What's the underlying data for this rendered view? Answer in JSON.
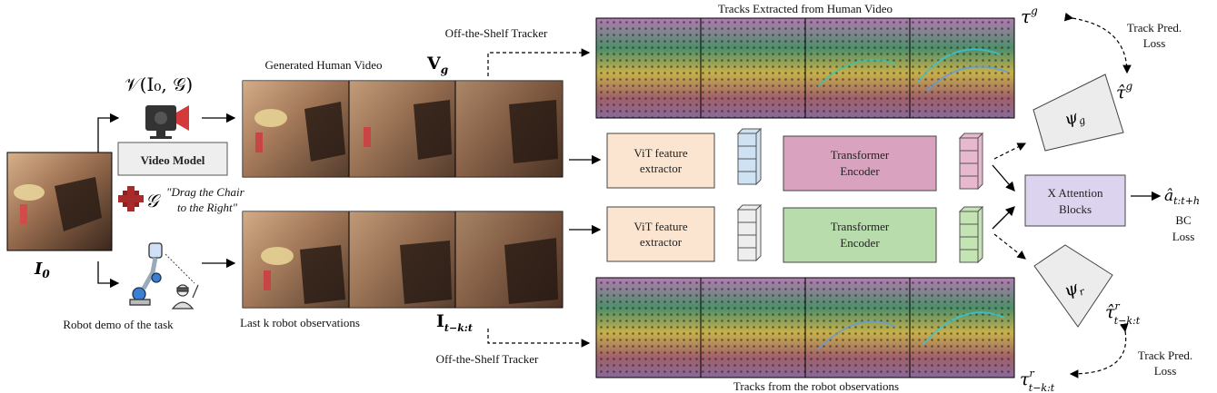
{
  "left": {
    "initial_obs": "I",
    "initial_obs_sub": "0",
    "robot_demo_label": "Robot demo of the task"
  },
  "video_model": {
    "math": "𝒱(I₀, 𝒢)",
    "label": "Video Model"
  },
  "goal": {
    "symbol": "𝒢",
    "text_line1": "\"Drag the Chair",
    "text_line2": "to the Right\""
  },
  "human_video": {
    "title": "Generated Human Video",
    "symbol": "V",
    "symbol_sub": "g"
  },
  "robot_obs": {
    "title": "Last k robot observations",
    "symbol": "I",
    "symbol_sub": "t−k:t"
  },
  "trackers": {
    "top_label": "Off-the-Shelf Tracker",
    "bottom_label": "Off-the-Shelf Tracker"
  },
  "tracks": {
    "top_title": "Tracks Extracted from Human Video",
    "bottom_title": "Tracks from the robot observations"
  },
  "blocks": {
    "vit_top_line1": "ViT feature",
    "vit_top_line2": "extractor",
    "vit_bottom_line1": "ViT feature",
    "vit_bottom_line2": "extractor",
    "transformer_top_line1": "Transformer",
    "transformer_top_line2": "Encoder",
    "transformer_bottom_line1": "Transformer",
    "transformer_bottom_line2": "Encoder",
    "xattn_line1": "X Attention",
    "xattn_line2": "Blocks"
  },
  "heads": {
    "psi_g": "ψ",
    "psi_g_sub": "g",
    "psi_r": "ψ",
    "psi_r_sub": "r"
  },
  "outputs": {
    "tau_g": "τ",
    "tau_g_sup": "g",
    "tau_g_hat": "τ̂",
    "tau_g_hat_sup": "g",
    "tau_r_hat": "τ̂",
    "tau_r_hat_sup": "r",
    "tau_r_hat_sub": "t−k:t",
    "tau_r": "τ",
    "tau_r_sup": "r",
    "tau_r_sub": "t−k:t",
    "action": "â",
    "action_sub": "t:t+h",
    "track_loss_top_line1": "Track Pred.",
    "track_loss_top_line2": "Loss",
    "track_loss_bottom_line1": "Track Pred.",
    "track_loss_bottom_line2": "Loss",
    "bc_loss_line1": "BC",
    "bc_loss_line2": "Loss"
  },
  "colors": {
    "vit": "#fbe5d0",
    "transformer_top": "#d9a3bf",
    "transformer_bottom": "#b8dcab",
    "xattn": "#dcd3ee",
    "token_top_blue": "#cfe2f3",
    "token_top_pink": "#e8b8cf",
    "token_bottom_gray": "#eeeeee",
    "token_bottom_green": "#c5e4b4",
    "head_fill": "#ececec",
    "photo_dark": "#4a3326",
    "photo_light": "#b88f6e"
  }
}
